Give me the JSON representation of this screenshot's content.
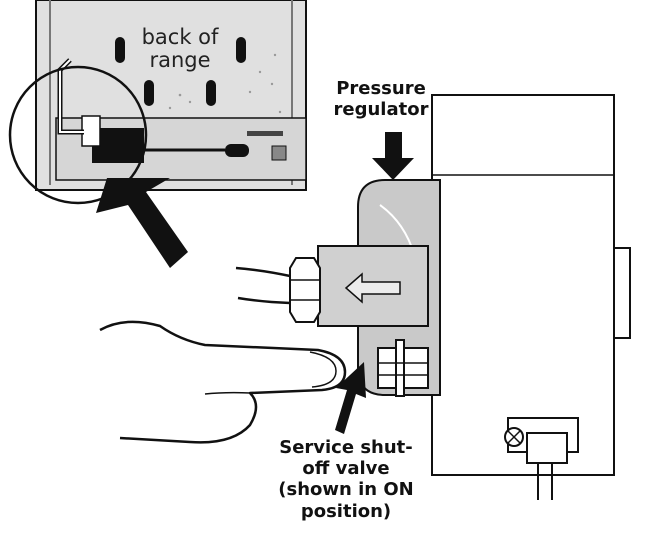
{
  "labels": {
    "inset_line1": "back of",
    "inset_line2": "range",
    "pressure_line1": "Pressure",
    "pressure_line2": "regulator",
    "valve_line1": "Service shut-",
    "valve_line2": "off valve",
    "valve_line3": "(shown in ON",
    "valve_line4": "position)"
  },
  "colors": {
    "outline": "#111111",
    "panel_gray": "#dcdcdc",
    "regulator_gray": "#c9c9c9",
    "background": "#ffffff"
  }
}
